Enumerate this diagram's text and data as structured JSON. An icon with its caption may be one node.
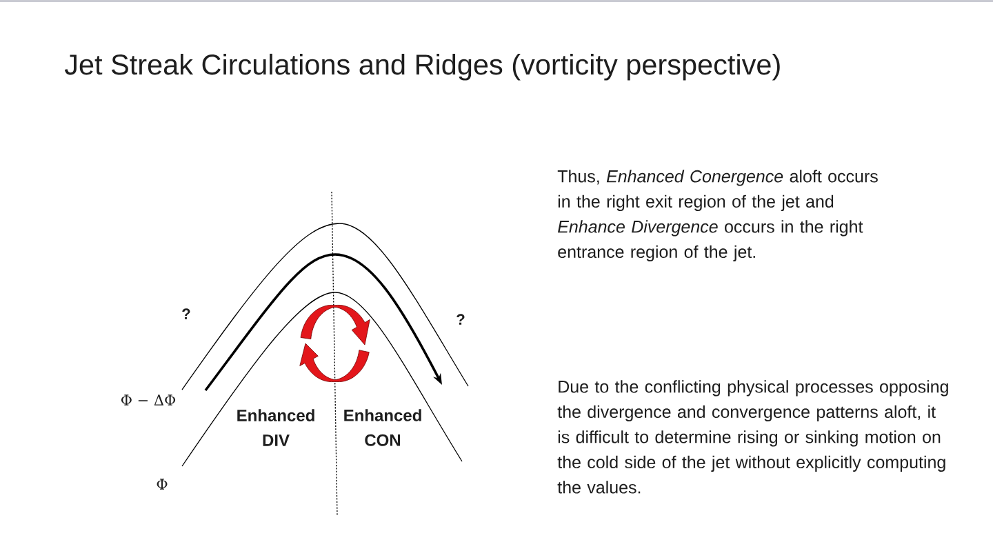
{
  "diagram": {
    "title": "Jet Streak Circulations and Ridges (vorticity perspective)",
    "labels": [
      "Thus, *Enhanced Conergence* aloft occurs in the right exit region of the jet and *Enhance Divergence* occurs in the right entrance region of the jet.",
      "?",
      "?",
      "Due to the conflicting physical processes opposing the divergence and convergence patterns aloft, it is difficult to determine rising or sinking motion on the cold side of the jet without explicitly computing the values.",
      "Φ − ΔΦ",
      "Enhanced DIV",
      "Enhanced CON",
      "Φ"
    ]
  }
}
